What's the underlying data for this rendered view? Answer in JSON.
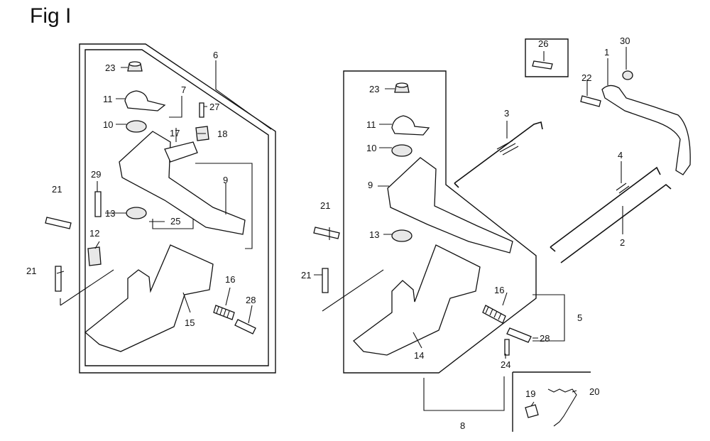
{
  "figure": {
    "title": "Fig I"
  },
  "callouts": {
    "left": {
      "n23": "23",
      "n11": "11",
      "n10": "10",
      "n6": "6",
      "n7": "7",
      "n27": "27",
      "n17": "17",
      "n18": "18",
      "n9": "9",
      "n29": "29",
      "n21a": "21",
      "n13": "13",
      "n25": "25",
      "n12": "12",
      "n21b": "21",
      "n16": "16",
      "n28": "28",
      "n15": "15"
    },
    "right": {
      "n23": "23",
      "n11": "11",
      "n10": "10",
      "n9": "9",
      "n21a": "21",
      "n13": "13",
      "n21b": "21",
      "n16": "16",
      "n14": "14",
      "n28": "28",
      "n5": "5",
      "n24": "24",
      "n8": "8",
      "n3": "3",
      "n4": "4",
      "n2": "2",
      "n26": "26",
      "n1": "1",
      "n22": "22",
      "n30": "30",
      "n19": "19",
      "n20": "20"
    }
  }
}
